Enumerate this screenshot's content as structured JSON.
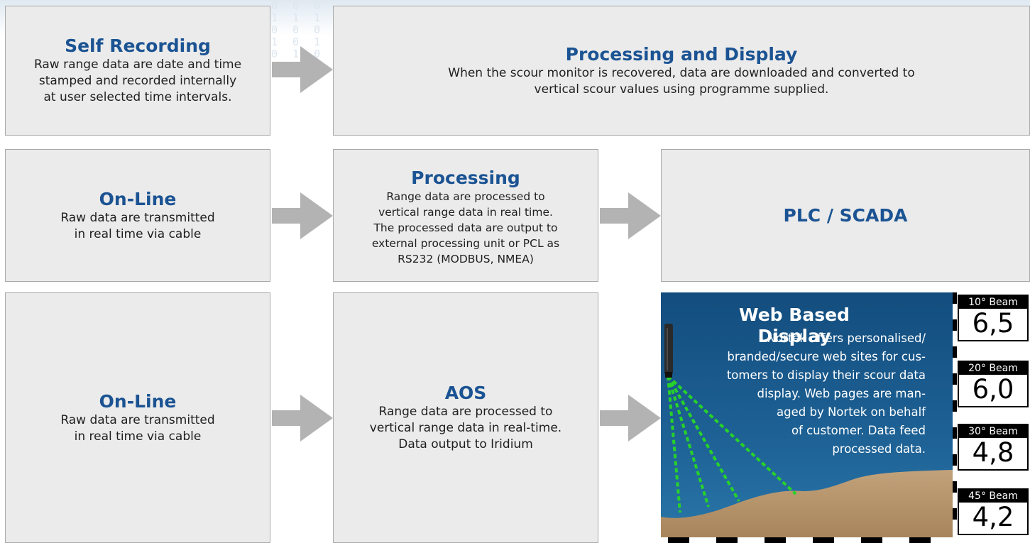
{
  "self_recording": {
    "title": "Self Recording",
    "lines": [
      "Raw range data are date and time",
      "stamped and recorded internally",
      "at user selected time intervals."
    ]
  },
  "processing_display": {
    "title": "Processing and Display",
    "lines": [
      "When the scour monitor is recovered, data are downloaded and converted to",
      "vertical scour values using programme supplied."
    ]
  },
  "online_1": {
    "title": "On-Line",
    "lines": [
      "Raw data are transmitted",
      "in real time via cable"
    ]
  },
  "processing": {
    "title": "Processing",
    "lines": [
      "Range data are processed to",
      "vertical range data in real time.",
      "The processed data are output to",
      "external processing unit or PCL as",
      "RS232 (MODBUS, NMEA)"
    ]
  },
  "plc": {
    "title": "PLC / SCADA"
  },
  "online_2": {
    "title": "On-Line",
    "lines": [
      "Raw data are transmitted",
      "in real time via cable"
    ]
  },
  "aos": {
    "title": "AOS",
    "lines": [
      "Range data are processed to",
      "vertical range data in real-time.",
      "Data output to Iridium"
    ]
  },
  "web": {
    "title": "Web Based Display",
    "lines": [
      "Nortek offers personalised/",
      "branded/secure web sites for cus-",
      "tomers to display their scour data",
      "display. Web pages are  man-",
      "aged by Nortek on behalf",
      "of customer. Data feed",
      "processed data."
    ]
  },
  "beams": [
    {
      "label": "10° Beam",
      "value": "6,5"
    },
    {
      "label": "20° Beam",
      "value": "6,0"
    },
    {
      "label": "30° Beam",
      "value": "4,8"
    },
    {
      "label": "45° Beam",
      "value": "4,2"
    }
  ],
  "colors": {
    "title_blue": "#1b5393",
    "box_fill": "#ebebeb",
    "arrow_fill": "#b3b3b3",
    "water": "#1d5d8f",
    "sediment": "#b3916a",
    "beam_green": "#27d22a"
  }
}
